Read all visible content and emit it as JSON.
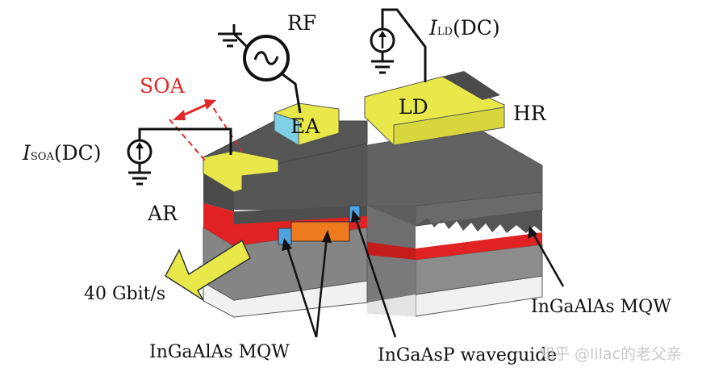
{
  "labels": {
    "rf": "RF",
    "ild_symbol": "I",
    "ild_sub": "LD",
    "ild_dc": "(DC)",
    "soa": "SOA",
    "isoa_symbol": "I",
    "isoa_sub": "SOA",
    "isoa_dc": "(DC)",
    "ea": "EA",
    "ld": "LD",
    "hr": "HR",
    "ar": "AR",
    "output": "40 Gbit/s",
    "mqw_right": "InGaAlAs MQW",
    "mqw_bottom": "InGaAlAs MQW",
    "waveguide": "InGaAsP waveguide"
  },
  "watermark": "知乎 @lilac的老父亲",
  "colors": {
    "contact_yellow": "#e8e84a",
    "dark_gray": "#5a5a5a",
    "mid_gray": "#7b7b7b",
    "light_gray": "#9a9a9a",
    "active_red": "#e02222",
    "waveguide_orange": "#f07b1e",
    "ea_cyan": "#7fd0e6",
    "soa_annotation_red": "#e02828"
  }
}
